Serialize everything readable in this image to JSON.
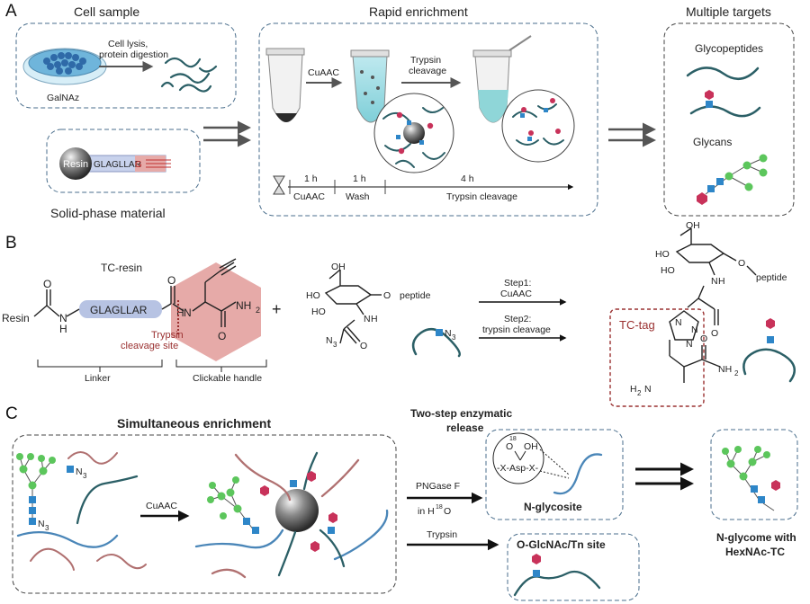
{
  "panel_a": {
    "letter": "A",
    "cell_sample_title": "Cell sample",
    "cell_lysis_1": "Cell lysis,",
    "cell_lysis_2": "protein digestion",
    "galnaz": "GalNAz",
    "resin_word": "Resin",
    "resin_seq": "GLAGLLAR",
    "resin_g": "G",
    "solid_phase": "Solid-phase material",
    "rapid_title": "Rapid enrichment",
    "cuaac": "CuAAC",
    "trypsin_1": "Trypsin",
    "trypsin_2": "cleavage",
    "time_1h_a": "1 h",
    "time_1h_b": "1 h",
    "time_4h": "4 h",
    "step_cuaac": "CuAAC",
    "step_wash": "Wash",
    "step_trypsin": "Trypsin cleavage",
    "multiple_title": "Multiple targets",
    "glycopeptides": "Glycopeptides",
    "glycans": "Glycans"
  },
  "panel_b": {
    "letter": "B",
    "tc_resin": "TC-resin",
    "resin": "Resin",
    "nh": "N",
    "h": "H",
    "o": "O",
    "glaglar": "GLAGLLAR",
    "nh2": "NH",
    "sub2": "2",
    "cleave_1": "Trypsin",
    "cleave_2": "cleavage site",
    "linker": "Linker",
    "clickable": "Clickable handle",
    "plus": "+",
    "oh": "OH",
    "ho": "HO",
    "peptide": "peptide",
    "n3": "N",
    "sub3": "3",
    "step1_1": "Step1:",
    "step1_2": "CuAAC",
    "step2_1": "Step2:",
    "step2_2": "trypsin cleavage",
    "tc_tag": "TC-tag",
    "h2n": "H",
    "n": "N"
  },
  "panel_c": {
    "letter": "C",
    "simultaneous": "Simultaneous enrichment",
    "cuaac": "CuAAC",
    "two_step_1": "Two-step enzymatic",
    "two_step_2": "release",
    "pngase": "PNGase F",
    "in_h2o_1": "in H",
    "in_h2o_sup": "18",
    "in_h2o_2": "O",
    "trypsin": "Trypsin",
    "asp": "-X-Asp-X-",
    "o18": "18",
    "o_label": "O",
    "oh_label": "OH",
    "n_glycosite": "N-glycosite",
    "o_glcnac": "O-GlcNAc/Tn site",
    "n_glycome_1": "N-glycome with",
    "n_glycome_2": "HexNAc-TC"
  },
  "colors": {
    "peptide": "#2b5f66",
    "peptide_blue": "#4a86b8",
    "peptide_red": "#b07070",
    "glc_green": "#5cc65c",
    "hexnac_blue": "#2e86c8",
    "fucose_red": "#c8325a",
    "linker_box": "#b7c3e3",
    "handle_box": "#e6aaa8",
    "tc_tag": "#9a3030",
    "teal_text": "#2b6e78"
  },
  "icons": [
    "petri-dish-icon",
    "tube-icon",
    "resin-bead-icon",
    "hourglass-icon",
    "bead-icon",
    "glycan-icon"
  ]
}
